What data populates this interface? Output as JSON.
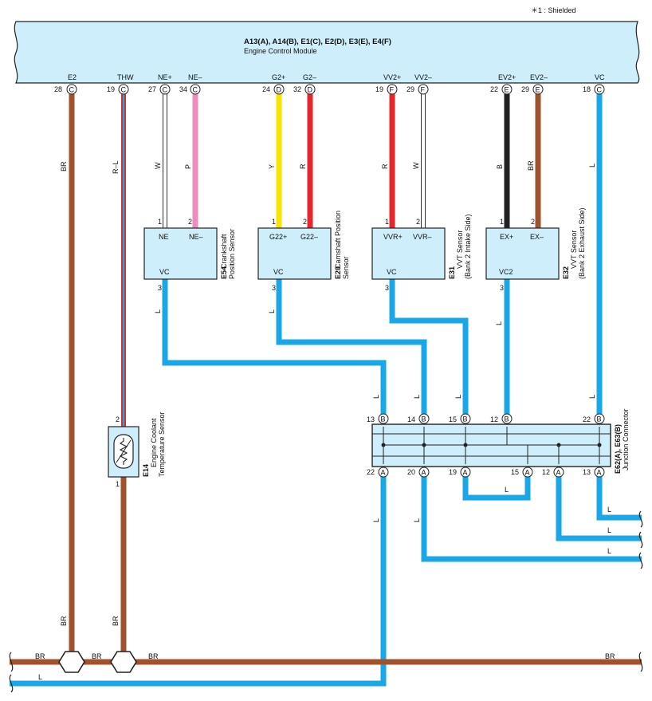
{
  "shield_note": "＊1 : Shielded",
  "ecm": {
    "connectors": "A13(A), A14(B), E1(C), E2(D), E3(E), E4(F)",
    "name": "Engine Control Module",
    "pins": [
      {
        "label": "E2",
        "num": "28",
        "conn": "C"
      },
      {
        "label": "THW",
        "num": "19",
        "conn": "C"
      },
      {
        "label": "NE+",
        "num": "27",
        "conn": "C"
      },
      {
        "label": "NE–",
        "num": "34",
        "conn": "C"
      },
      {
        "label": "G2+",
        "num": "24",
        "conn": "D"
      },
      {
        "label": "G2–",
        "num": "32",
        "conn": "D"
      },
      {
        "label": "VV2+",
        "num": "19",
        "conn": "F"
      },
      {
        "label": "VV2–",
        "num": "29",
        "conn": "F"
      },
      {
        "label": "EV2+",
        "num": "22",
        "conn": "E"
      },
      {
        "label": "EV2–",
        "num": "29",
        "conn": "E"
      },
      {
        "label": "VC",
        "num": "18",
        "conn": "C"
      }
    ]
  },
  "wire_colors": {
    "BR": "#a0522d",
    "L": "#1aa7e8",
    "W": "#ffffff",
    "P": "#f08bbd",
    "Y": "#f7e400",
    "R": "#e5262b",
    "B": "#222222"
  },
  "wire_codes": {
    "e2": "BR",
    "thw": "R–L",
    "ne_p": "W",
    "ne_n": "P",
    "g2_p": "Y",
    "g2_n": "R",
    "vv2_p": "R",
    "vv2_n": "W",
    "ev2_p": "B",
    "ev2_n": "BR",
    "vc": "L",
    "l": "L"
  },
  "sensors": [
    {
      "id": "E54",
      "name": "Crankshaft",
      "name2": "Position Sensor",
      "pin1": "NE",
      "pin2": "NE–",
      "pin3": "VC",
      "n1": "1",
      "n2": "2",
      "n3": "3"
    },
    {
      "id": "E20",
      "name": "Camshaft Position",
      "name2": "Sensor",
      "pin1": "G22+",
      "pin2": "G22–",
      "pin3": "VC",
      "n1": "1",
      "n2": "2",
      "n3": "3"
    },
    {
      "id": "E31",
      "name": "VVT Sensor",
      "name2": "(Bank 2 Intake Side)",
      "pin1": "VVR+",
      "pin2": "VVR–",
      "pin3": "VC",
      "n1": "1",
      "n2": "2",
      "n3": "3"
    },
    {
      "id": "E32",
      "name": "VVT Sensor",
      "name2": "(Bank 2 Exhaust Side)",
      "pin1": "EX+",
      "pin2": "EX–",
      "pin3": "VC2",
      "n1": "1",
      "n2": "2",
      "n3": "3"
    }
  ],
  "coolant_sensor": {
    "id": "E14",
    "name": "Engine Coolant",
    "name2": "Temperature Sensor",
    "n1": "1",
    "n2": "2"
  },
  "junction": {
    "id": "E62(A), E63(B)",
    "name": "Junction Connector",
    "top_pins": [
      {
        "num": "13",
        "conn": "B"
      },
      {
        "num": "14",
        "conn": "B"
      },
      {
        "num": "15",
        "conn": "B"
      },
      {
        "num": "12",
        "conn": "B"
      },
      {
        "num": "22",
        "conn": "B"
      }
    ],
    "bottom_pins": [
      {
        "num": "22",
        "conn": "A"
      },
      {
        "num": "20",
        "conn": "A"
      },
      {
        "num": "19",
        "conn": "A"
      },
      {
        "num": "15",
        "conn": "A"
      },
      {
        "num": "12",
        "conn": "A"
      },
      {
        "num": "13",
        "conn": "A"
      }
    ]
  }
}
